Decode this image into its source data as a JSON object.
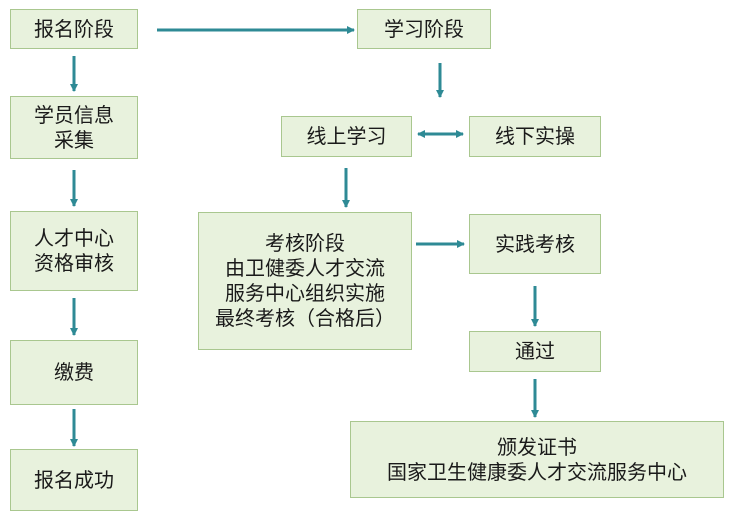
{
  "nodes": {
    "signup_stage": "报名阶段",
    "student_info": [
      "学员信息",
      "采集"
    ],
    "talent_review": [
      "人才中心",
      "资格审核"
    ],
    "payment": "缴费",
    "signup_success": "报名成功",
    "study_stage": "学习阶段",
    "online_study": "线上学习",
    "offline_practice": "线下实操",
    "assessment_stage": [
      "考核阶段",
      "由卫健委人才交流",
      "服务中心组织实施",
      "最终考核（合格后）"
    ],
    "practical_exam": "实践考核",
    "pass": "通过",
    "certificate": [
      "颁发证书",
      "国家卫生健康委人才交流服务中心"
    ]
  },
  "colors": {
    "box_fill": "#e8f2dd",
    "box_border": "#a9c78f",
    "arrow": "#2e8a95"
  }
}
